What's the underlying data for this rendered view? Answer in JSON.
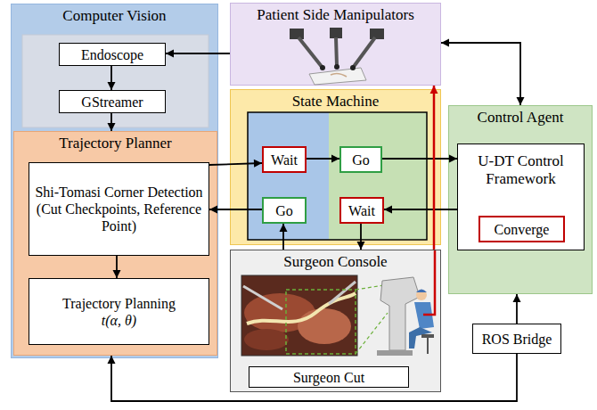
{
  "diagram": {
    "nodes": [
      {
        "text": [
          "Computer Vision"
        ]
      },
      {
        "text": [
          "Endoscope"
        ],
        "in": 0
      },
      {
        "text": [
          "GStreamer"
        ],
        "in": 0
      },
      {
        "text": [
          "Trajectory Planner"
        ],
        "in": 0
      },
      {
        "text": [
          "Shi-Tomasi Corner Detection (Cut Checkpoints, Reference Point)"
        ],
        "in": 3
      },
      {
        "text": [
          "Trajectory Planning",
          "t(α, θ)"
        ],
        "in": 3
      },
      {
        "text": [
          "Patient Side Manipulators"
        ]
      },
      {
        "text": [
          "State Machine"
        ]
      },
      {
        "text": [
          "Wait"
        ],
        "in": 7
      },
      {
        "text": [
          "Go"
        ],
        "in": 7
      },
      {
        "text": [
          "Go"
        ],
        "in": 7
      },
      {
        "text": [
          "Wait"
        ],
        "in": 7
      },
      {
        "text": [
          "Surgeon Console"
        ]
      },
      {
        "text": [
          "Surgeon Cut"
        ],
        "in": 12
      },
      {
        "text": [
          "Control Agent"
        ]
      },
      {
        "text": [
          "U-DT Control Framework"
        ],
        "in": 14
      },
      {
        "text": [
          "Converge"
        ],
        "in": 15
      },
      {
        "text": [
          "ROS Bridge"
        ]
      }
    ],
    "edges": [
      {
        "from": 6,
        "to": 1,
        "arrow": "to"
      },
      {
        "from": 1,
        "to": 2,
        "arrow": "to"
      },
      {
        "from": 2,
        "to": 3,
        "arrow": "to"
      },
      {
        "from": 4,
        "to": 5,
        "arrow": "to"
      },
      {
        "from": 4,
        "to": 8,
        "arrow": "to"
      },
      {
        "from": 10,
        "to": 4,
        "arrow": "to"
      },
      {
        "from": 8,
        "to": 9,
        "arrow": "to"
      },
      {
        "from": 9,
        "to": 15,
        "arrow": "to"
      },
      {
        "from": 15,
        "to": 11,
        "arrow": "to"
      },
      {
        "from": 12,
        "to": 10,
        "arrow": "to"
      },
      {
        "from": 11,
        "to": 12,
        "arrow": "to"
      },
      {
        "from": 12,
        "to": 6,
        "arrow": "to"
      },
      {
        "from": 6,
        "to": 14,
        "arrow": "both"
      },
      {
        "from": 17,
        "to": 14,
        "arrow": "to"
      },
      {
        "from": 17,
        "to": 3,
        "arrow": "to"
      }
    ]
  }
}
